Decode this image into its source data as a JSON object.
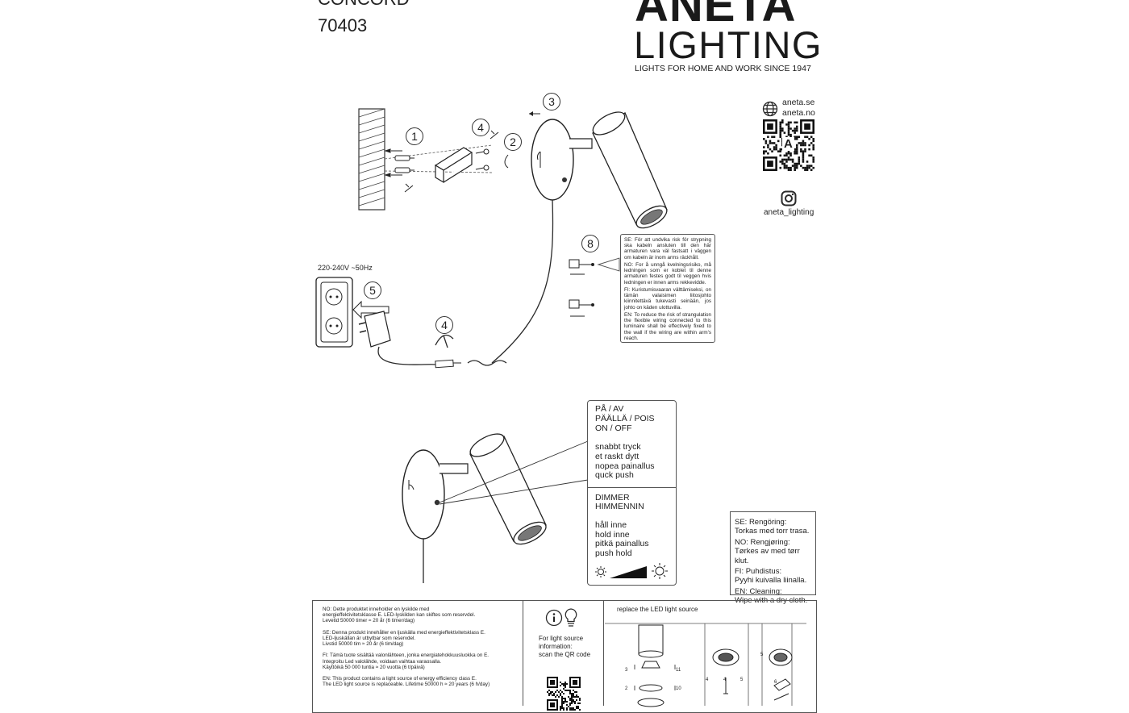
{
  "header": {
    "model_partial": "CONCORD",
    "article_number": "70403"
  },
  "brand": {
    "name_partial": "ANETA",
    "name_lower": "LIGHTING",
    "tagline": "LIGHTS FOR HOME AND WORK SINCE 1947"
  },
  "contact": {
    "web_1": "aneta.se",
    "web_2": "aneta.no",
    "instagram": "aneta_lighting",
    "qr_letter": "A"
  },
  "steps": [
    "1",
    "2",
    "3",
    "4",
    "4",
    "5",
    "8"
  ],
  "power": {
    "voltage": "220-240V ~50Hz"
  },
  "safety": {
    "se": "SE: För att undvika risk för strypning ska kabeln ansluten till den här armaturen vara väl fastsatt i väggen om kabeln är inom arms räckhåll.",
    "no": "NO: For å unngå kvelningsrisiko, må ledningen som er koblet til denne armaturen festes godt til veggen hvis ledningen er innen arms rekkevidde.",
    "fi": "FI: Kuristumisvaaran välttämiseksi, on tämän valaisimen liitosjohto kiinnitettävä tukevasti seinään, jos johto on käden ulottuvilla.",
    "en": "EN: To reduce the risk of strangulation the flexible wiring connected to this luminaire shall be effectively fixed to the wall if the wiring are within arm's reach."
  },
  "switch_info": {
    "onoff": [
      "PÅ / AV",
      "PÄÄLLÄ / POIS",
      "ON / OFF"
    ],
    "quick": [
      "snabbt tryck",
      "et raskt dytt",
      "nopea painallus",
      "quck push"
    ],
    "dimmer": [
      "DIMMER",
      "HIMMENNIN"
    ],
    "hold": [
      "håll inne",
      "hold inne",
      "pitkä painallus",
      "push hold"
    ]
  },
  "cleaning": [
    "SE: Rengöring:",
    "Torkas med torr trasa.",
    "NO: Rengjøring:",
    "Tørkes av med tørr klut.",
    "FI: Puhdistus:",
    "Pyyhi kuivalla liinalla.",
    "EN: Cleaning:",
    "Wipe with a dry cloth."
  ],
  "energy": {
    "no": [
      "NO: Dette produktet inneholder en lyskilde med",
      "energieffektivitetsklasse E. LED-lyskilden kan skiftes som reservdel.",
      "Levetid 50000 timer ≈ 20 år (6 timer/dag)"
    ],
    "se": [
      "SE: Denna produkt innehåller en ljuskälla med energieffektivitetsklass E.",
      "LED-ljuskällan är utbytbar som reservdel.",
      "Livstid 50000 tim ≈ 20 år (6 tim/dag)"
    ],
    "fi": [
      "FI: Tämä tuote sisältää valonlähteen, jonka energiatehokkuusluokka on E.",
      "Integroitu Led valolähde, voidaan vaihtaa varaosalla.",
      "Käyttöikä 50 000 tuntia ≈ 20 vuotta (6 t/päivä)"
    ],
    "en": [
      "EN: This product contains a light source of energy efficiency class E.",
      "The LED light source is replaceable. Lifetime 50000 h ≈ 20 years (6 h/day)"
    ]
  },
  "info_box": {
    "lines": [
      "For light source",
      "information:",
      "scan the QR code"
    ]
  },
  "replace": {
    "title": "replace the LED light source",
    "numbers": [
      "3",
      "11",
      "2",
      "10",
      "5",
      "4",
      "4",
      "5",
      "6"
    ]
  }
}
